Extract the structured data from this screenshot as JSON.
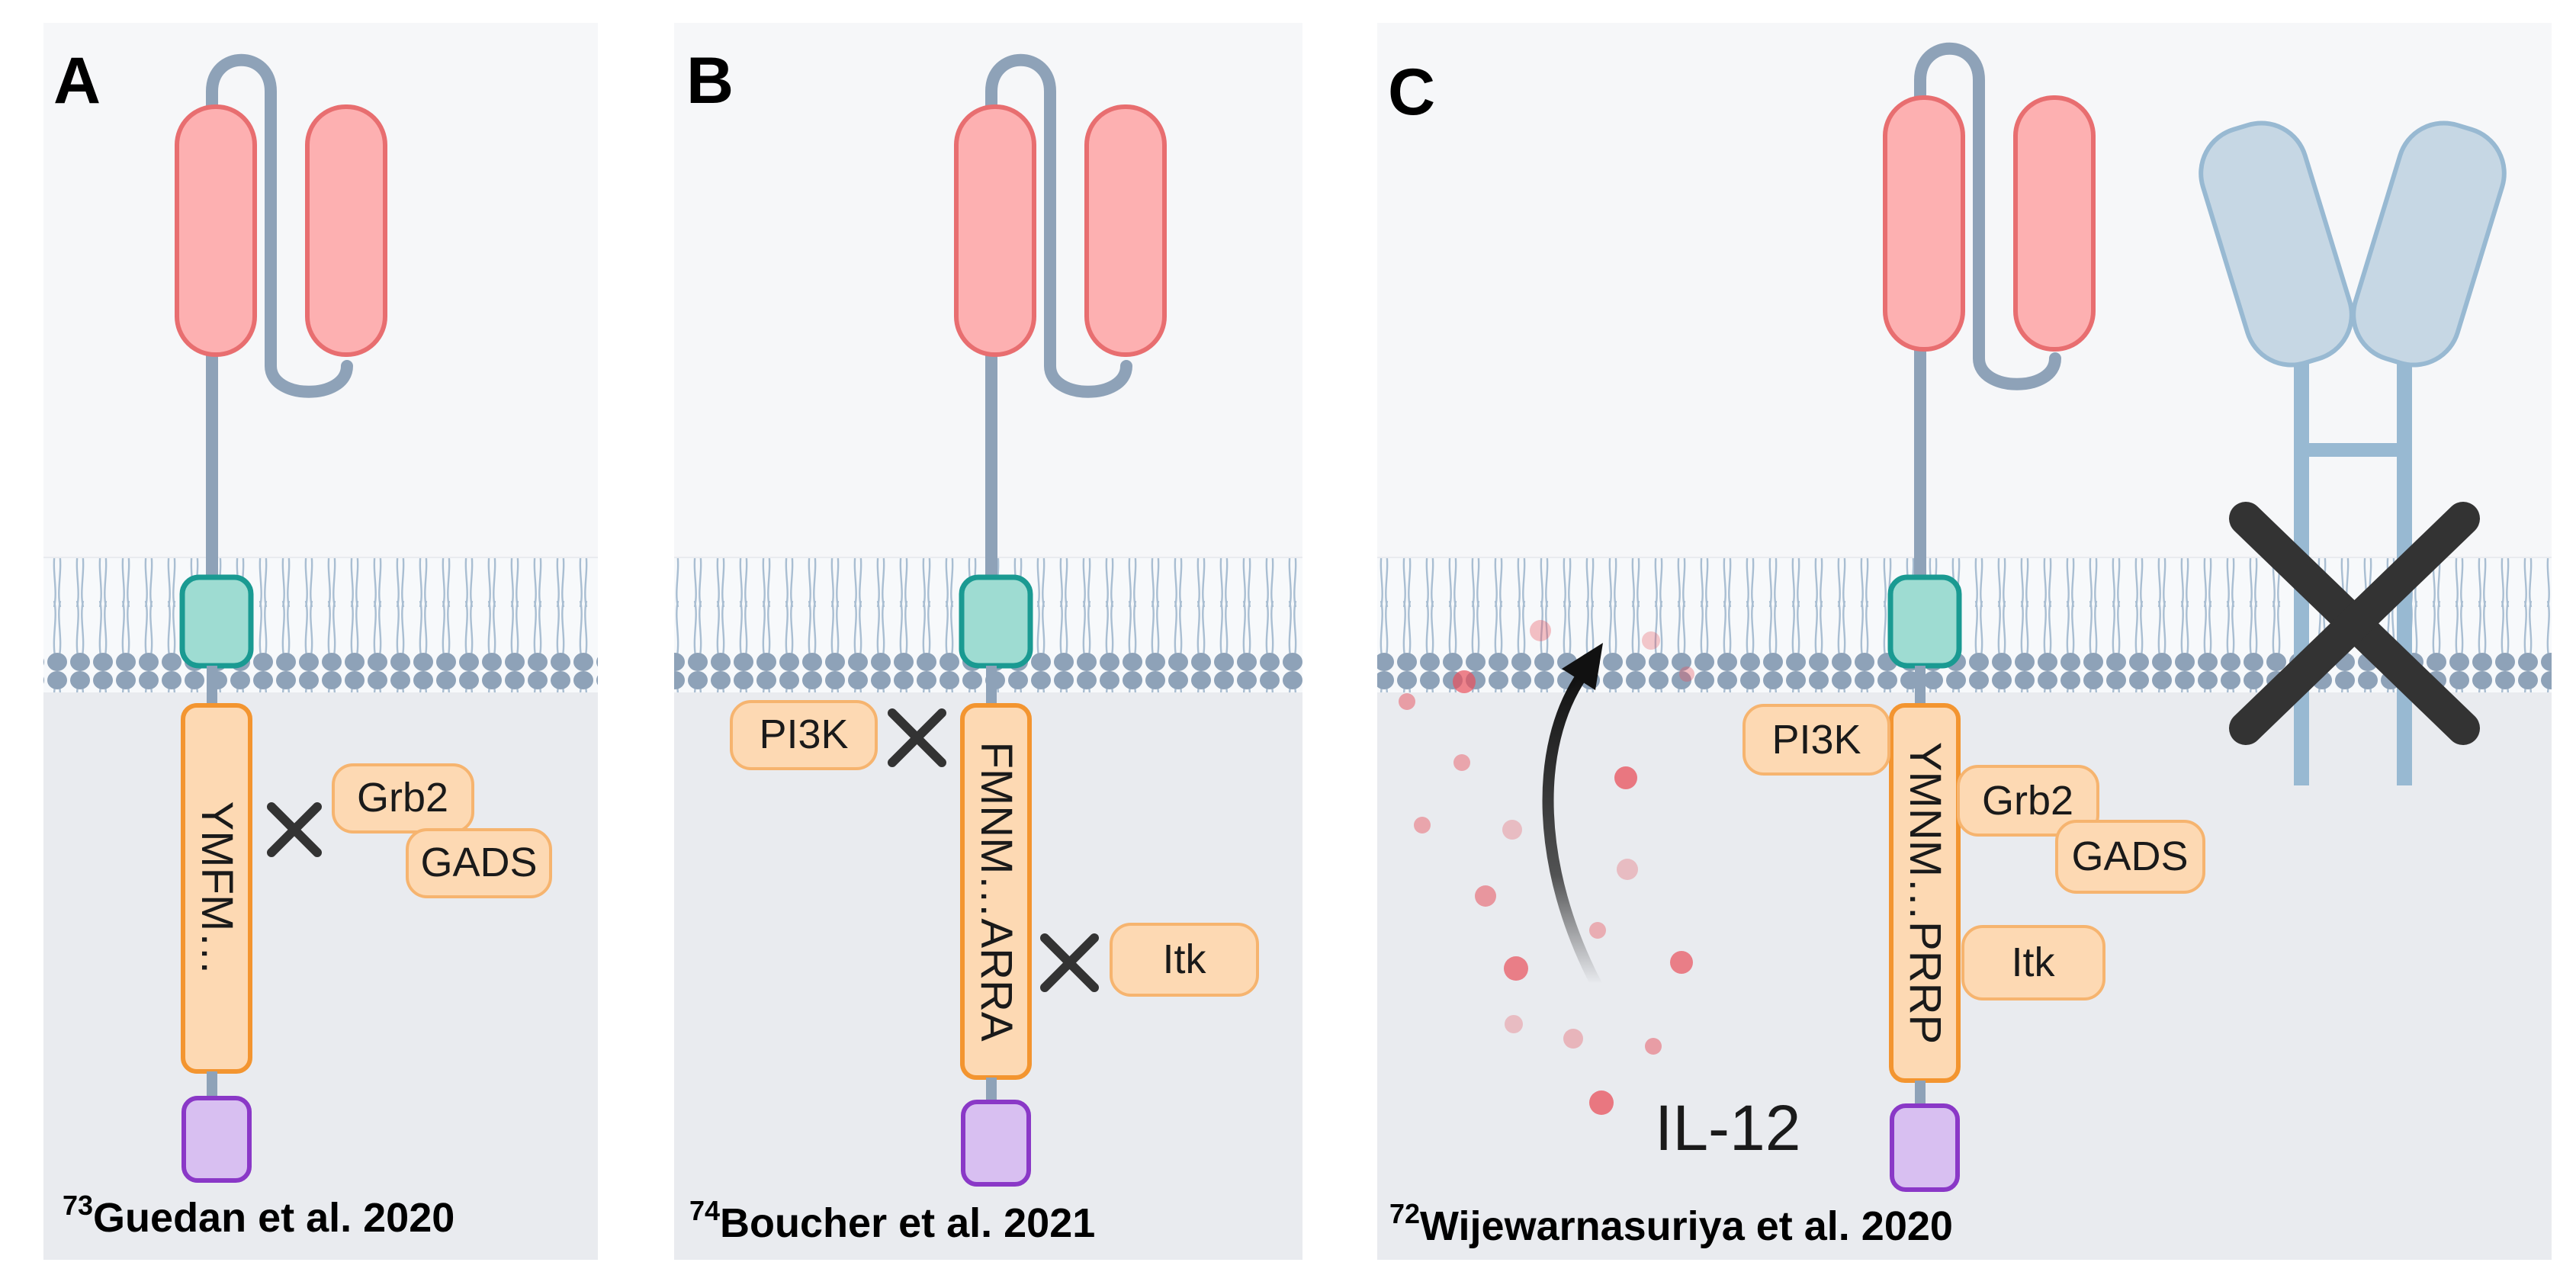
{
  "panels": [
    {
      "letter": "A",
      "citation_sup": "73",
      "citation": "Guedan et al. 2020",
      "motif": "YMFM…",
      "blocked_partners": [
        "Grb2",
        "GADS"
      ]
    },
    {
      "letter": "B",
      "citation_sup": "74",
      "citation": "Boucher et al. 2021",
      "motif": "FMNM…ARRA",
      "blocked_partners": [
        "PI3K",
        "Itk"
      ]
    },
    {
      "letter": "C",
      "citation_sup": "72",
      "citation": "Wijewarnasuriya et al. 2020",
      "motif": "YMNM…PRRP",
      "partners": [
        "PI3K",
        "Grb2",
        "GADS",
        "Itk"
      ],
      "cytokine": "IL-12"
    }
  ],
  "colors": {
    "background": "#e9ebef",
    "membrane_head": "#8ea2b8",
    "membrane_tail": "#a9bed2",
    "ig_domain_fill": "#fdb0b1",
    "ig_domain_stroke": "#e86e70",
    "linker": "#8ea2b8",
    "transmembrane_fill": "#9edcd2",
    "transmembrane_stroke": "#1a9a92",
    "costim_fill": "#fdd9b3",
    "costim_stroke": "#f39530",
    "partner_fill": "#fdd9b3",
    "partner_stroke": "#f6b46f",
    "cd3z_fill": "#d8bff1",
    "cd3z_stroke": "#8a38c7",
    "blocked_x": "#333333",
    "antibody_fill": "#c6d7e4",
    "antibody_stroke": "#98b9d2",
    "cytokine": "#e8505b",
    "arrow": "#111111"
  },
  "icons": {
    "block": "x-mark-icon",
    "secretion": "curved-arrow-icon",
    "blocked_antibody": "large-x-icon"
  }
}
